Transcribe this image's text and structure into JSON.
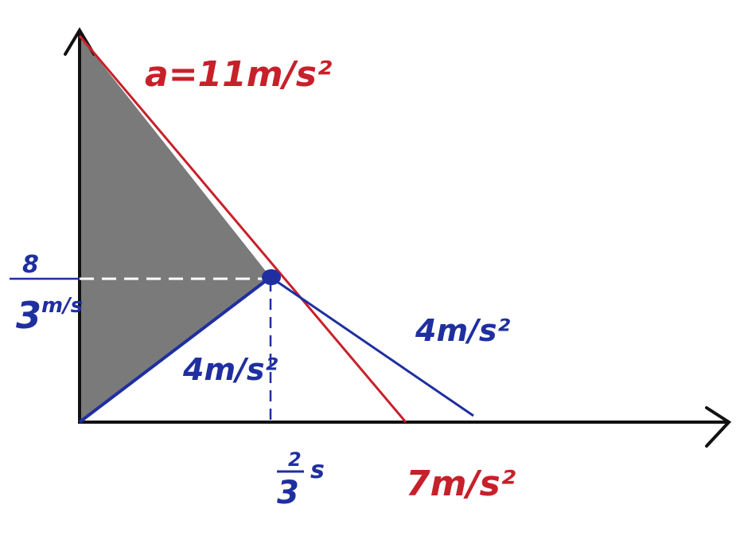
{
  "colors": {
    "red_line": "#c8202a",
    "blue_line": "#1f2fa0",
    "shaded_region": "#7a7a7a",
    "axes": "#111111"
  },
  "labels": {
    "accel_red_top": "a=11m/s²",
    "accel_blue_right": "4m/s²",
    "accel_blue_left": "4m/s²",
    "accel_red_bottom": "7m/s²",
    "velocity_value_numerator": "8",
    "velocity_value_denominator": "3",
    "velocity_value_unit": "m/s",
    "time_value_numerator": "2",
    "time_value_denominator": "3",
    "time_value_unit": "s"
  }
}
